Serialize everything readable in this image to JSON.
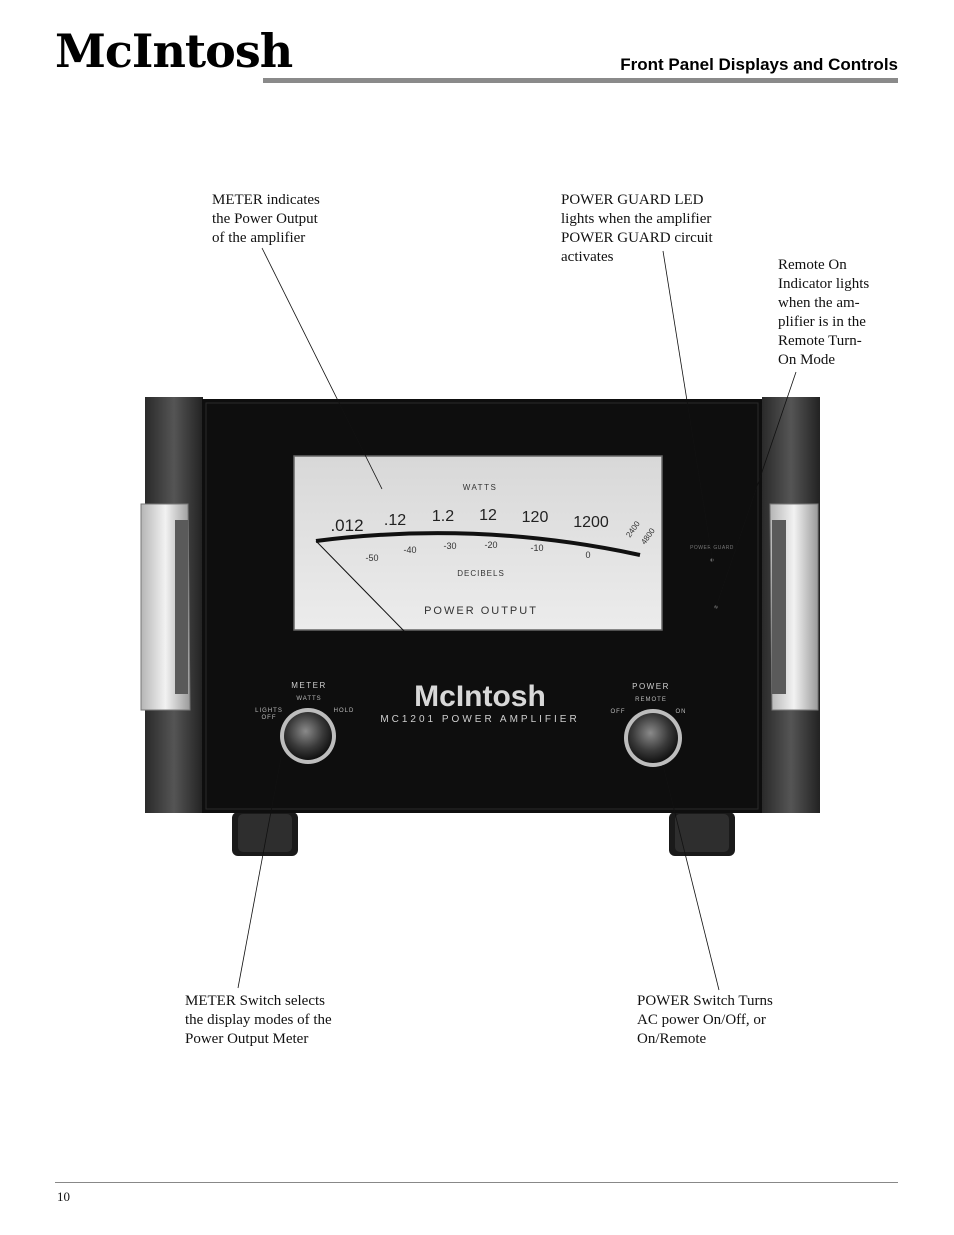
{
  "header": {
    "logo": "McIntosh",
    "section_title": "Front Panel Displays and Controls"
  },
  "callouts": {
    "meter": [
      "METER indicates",
      "the Power Output",
      "of the amplifier"
    ],
    "power_guard": [
      "POWER GUARD LED",
      "lights when the amplifier",
      "POWER GUARD circuit",
      "activates"
    ],
    "remote": [
      "Remote On",
      "Indicator lights",
      "when the am-",
      "plifier is in the",
      "Remote Turn-",
      "On Mode"
    ],
    "meter_switch": [
      "METER Switch selects",
      "the display modes of the",
      "Power Output Meter"
    ],
    "power_switch": [
      "POWER Switch Turns",
      "AC power On/Off, or",
      "On/Remote"
    ]
  },
  "panel": {
    "meter": {
      "watts_label": "WATTS",
      "watts_scale": [
        ".012",
        ".12",
        "1.2",
        "12",
        "120",
        "1200",
        "2400",
        "4800"
      ],
      "db_scale": [
        "-50",
        "-40",
        "-30",
        "-20",
        "-10",
        "0"
      ],
      "decibels_label": "DECIBELS",
      "power_output_label": "POWER OUTPUT"
    },
    "power_guard_label": "POWER GUARD",
    "brand": "McIntosh",
    "model": "MC1201 POWER AMPLIFIER",
    "meter_switch": {
      "title": "METER",
      "sub": "WATTS",
      "left_a": "LIGHTS",
      "left_b": "OFF",
      "right": "HOLD"
    },
    "power_switch": {
      "title": "POWER",
      "sub": "REMOTE",
      "left": "OFF",
      "right": "ON"
    }
  },
  "footer": {
    "page_number": "10"
  }
}
